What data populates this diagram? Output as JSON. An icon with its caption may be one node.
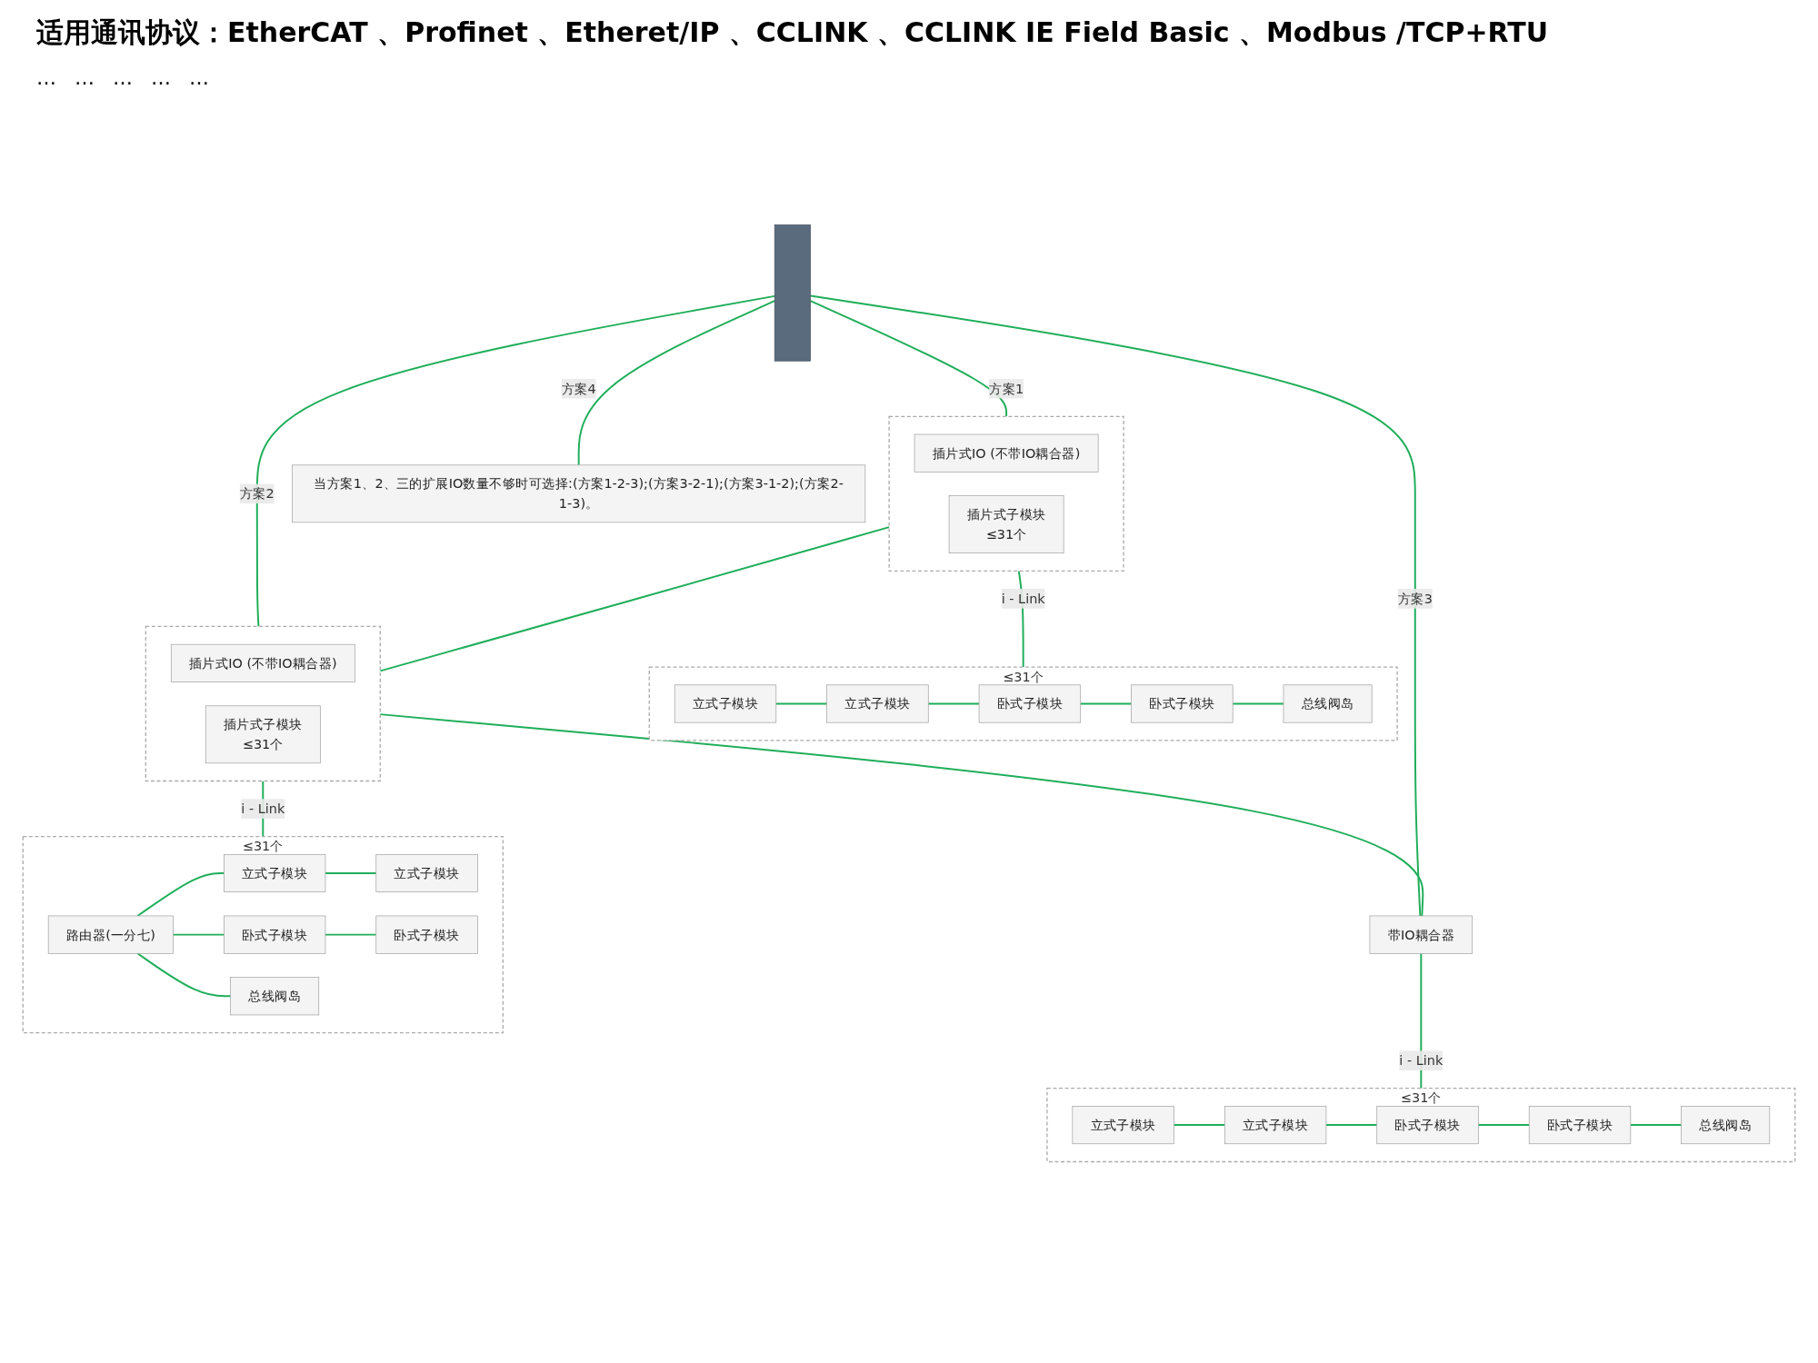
{
  "diagram": {
    "title": "适用通讯协议：EtherCAT 、Profinet 、Etheret/IP 、CCLINK 、CCLINK IE Field Basic 、Modbus /TCP+RTU",
    "nodes": [
      {
        "text": [],
        "shape": "box"
      },
      {
        "text": [],
        "shape": "box"
      },
      {
        "text": [
          "插片式IO (不带IO耦合器)"
        ],
        "in": 1
      },
      {
        "text": [
          "插片式子模块",
          "≤31个"
        ],
        "in": 1
      },
      {
        "text": [],
        "shape": "box",
        "beside": [
          "≤31个"
        ]
      },
      {
        "text": [
          "立式子模块"
        ],
        "in": 4
      },
      {
        "text": [
          "立式子模块"
        ],
        "in": 4
      },
      {
        "text": [
          "卧式子模块"
        ],
        "in": 4
      },
      {
        "text": [
          "卧式子模块"
        ],
        "in": 4
      },
      {
        "text": [
          "总线阀岛"
        ],
        "in": 4
      },
      {
        "text": [],
        "shape": "box"
      },
      {
        "text": [
          "插片式IO (不带IO耦合器)"
        ],
        "in": 10
      },
      {
        "text": [
          "插片式子模块",
          "≤31个"
        ],
        "in": 10
      },
      {
        "text": [],
        "shape": "box",
        "beside": [
          "≤31个"
        ]
      },
      {
        "text": [
          "路由器(一分七)"
        ],
        "in": 13
      },
      {
        "text": [
          "立式子模块"
        ],
        "in": 13
      },
      {
        "text": [
          "立式子模块"
        ],
        "in": 13
      },
      {
        "text": [
          "卧式子模块"
        ],
        "in": 13
      },
      {
        "text": [
          "卧式子模块"
        ],
        "in": 13
      },
      {
        "text": [
          "总线阀岛"
        ],
        "in": 13
      },
      {
        "text": [
          "带IO耦合器"
        ]
      },
      {
        "text": [],
        "shape": "box",
        "beside": [
          "≤31个"
        ]
      },
      {
        "text": [
          "立式子模块"
        ],
        "in": 21
      },
      {
        "text": [
          "立式子模块"
        ],
        "in": 21
      },
      {
        "text": [
          "卧式子模块"
        ],
        "in": 21
      },
      {
        "text": [
          "卧式子模块"
        ],
        "in": 21
      },
      {
        "text": [
          "总线阀岛"
        ],
        "in": 21
      },
      {
        "text": [
          "当方案1、2、三的扩展IO数量不够时可选择:(方案1-2-3);(方案3-2-1);(方案3-1-2);(方案2-1-3)。"
        ]
      }
    ],
    "edges": [
      {
        "from": 0,
        "to": 1,
        "arrow": "none",
        "label": "方案1"
      },
      {
        "from": 0,
        "to": 10,
        "arrow": "none",
        "label": "方案2"
      },
      {
        "from": 0,
        "to": 20,
        "arrow": "none",
        "label": "方案3"
      },
      {
        "from": 0,
        "to": 27,
        "arrow": "none",
        "label": "方案4"
      },
      {
        "from": 1,
        "to": 4,
        "arrow": "none",
        "label": "i - Link"
      },
      {
        "from": 5,
        "to": 6,
        "arrow": "none"
      },
      {
        "from": 6,
        "to": 7,
        "arrow": "none"
      },
      {
        "from": 7,
        "to": 8,
        "arrow": "none"
      },
      {
        "from": 8,
        "to": 9,
        "arrow": "none"
      },
      {
        "from": 1,
        "to": 10,
        "arrow": "none"
      },
      {
        "from": 10,
        "to": 13,
        "arrow": "none",
        "label": "i - Link"
      },
      {
        "from": 14,
        "to": 15,
        "arrow": "none"
      },
      {
        "from": 15,
        "to": 16,
        "arrow": "none"
      },
      {
        "from": 14,
        "to": 17,
        "arrow": "none"
      },
      {
        "from": 17,
        "to": 18,
        "arrow": "none"
      },
      {
        "from": 14,
        "to": 19,
        "arrow": "none"
      },
      {
        "from": 10,
        "to": 20,
        "arrow": "none"
      },
      {
        "from": 20,
        "to": 21,
        "arrow": "none",
        "label": "i - Link"
      },
      {
        "from": 22,
        "to": 23,
        "arrow": "none"
      },
      {
        "from": 23,
        "to": 24,
        "arrow": "none"
      },
      {
        "from": 24,
        "to": 25,
        "arrow": "none"
      },
      {
        "from": 25,
        "to": 26,
        "arrow": "none"
      }
    ],
    "labels": [
      "…",
      "…",
      "…",
      "…",
      "…"
    ]
  }
}
